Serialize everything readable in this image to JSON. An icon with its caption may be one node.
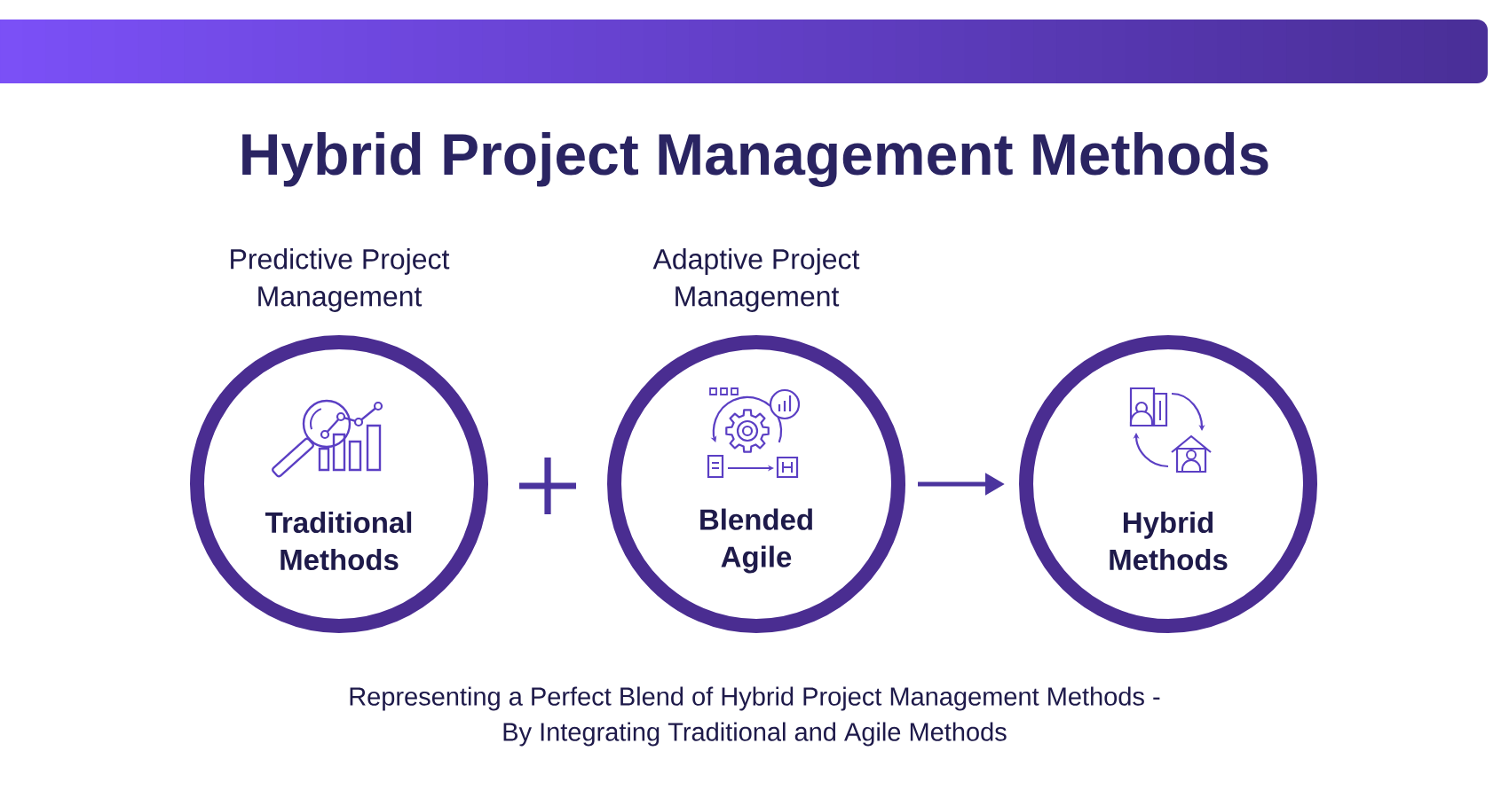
{
  "diagram": {
    "title": "Hybrid Project Management Methods",
    "nodes": [
      {
        "text": [
          "Predictive Project Management",
          "Traditional Methods"
        ]
      },
      {
        "text": [
          "Adaptive Project Management",
          "Blended Agile"
        ]
      },
      {
        "text": [
          "Hybrid Methods"
        ]
      }
    ],
    "edges": [
      {
        "from": 1,
        "to": 2,
        "arrow": "to"
      }
    ],
    "caption": "Representing a Perfect Blend of Hybrid Project Management Methods - By Integrating Traditional and Agile Methods"
  }
}
